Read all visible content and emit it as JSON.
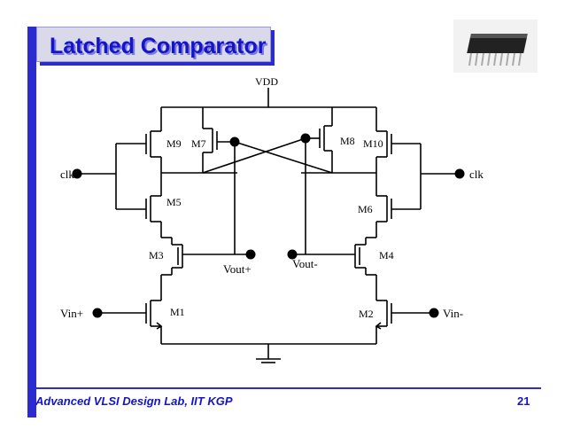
{
  "slide": {
    "title": "Latched Comparator",
    "footer": "Advanced VLSI Design Lab, IIT KGP",
    "page_number": "21"
  },
  "circuit": {
    "supply": "VDD",
    "transistors": [
      "M9",
      "M7",
      "M8",
      "M10",
      "M5",
      "M6",
      "M3",
      "M4",
      "M1",
      "M2"
    ],
    "nodes": {
      "clk_left": "clk",
      "clk_right": "clk",
      "vout_plus": "Vout+",
      "vout_minus": "Vout-",
      "vin_plus": "Vin+",
      "vin_minus": "Vin-"
    }
  },
  "colors": {
    "accent": "#2b2bcf",
    "title_text": "#1414c8"
  }
}
